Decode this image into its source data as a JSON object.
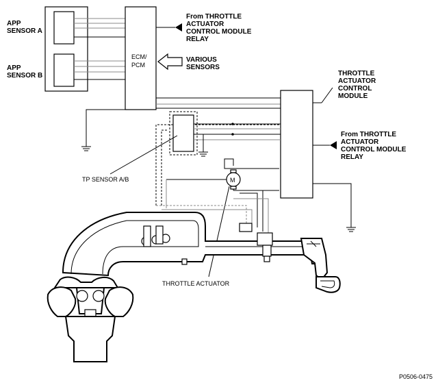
{
  "labels": {
    "app_sensor_a": [
      "APP",
      "SENSOR A"
    ],
    "app_sensor_b": [
      "APP",
      "SENSOR B"
    ],
    "ecm_pcm": [
      "ECM/",
      "PCM"
    ],
    "from_relay_top": [
      "From THROTTLE",
      "ACTUATOR",
      "CONTROL MODULE",
      "RELAY"
    ],
    "various_sensors": [
      "VARIOUS",
      "SENSORS"
    ],
    "throttle_actuator_control_module": [
      "THROTTLE",
      "ACTUATOR",
      "CONTROL",
      "MODULE"
    ],
    "from_relay_right": [
      "From THROTTLE",
      "ACTUATOR",
      "CONTROL MODULE",
      "RELAY"
    ],
    "tp_sensor": "TP SENSOR A/B",
    "throttle_actuator": "THROTTLE ACTUATOR",
    "motor_symbol": "M",
    "figure_code": "P0506-0475"
  },
  "icons": {
    "ground": "ground-icon",
    "arrow": "arrow-left-icon",
    "hollow_arrow": "hollow-arrow-left-icon",
    "motor": "motor-icon"
  }
}
